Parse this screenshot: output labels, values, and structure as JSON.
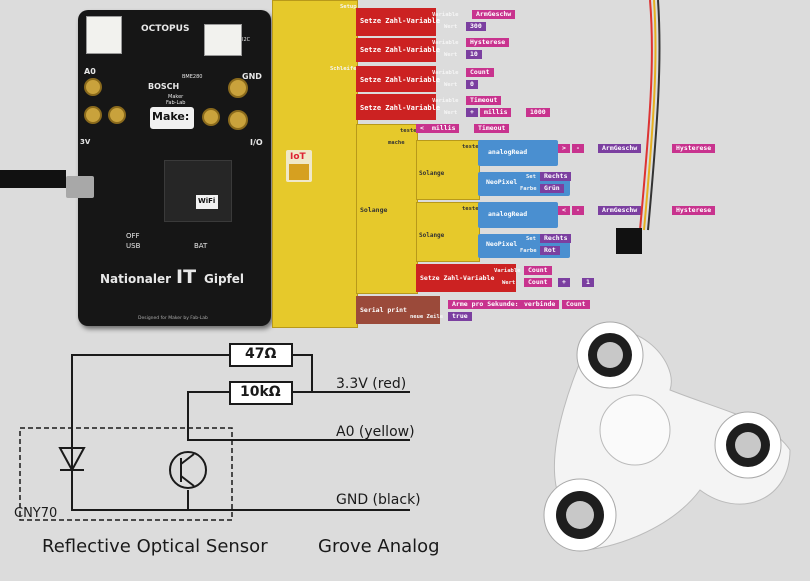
{
  "board": {
    "header": "OCTOPUS",
    "brand": "BOSCH",
    "maker_line1": "Maker",
    "maker_line2": "Fab-Lab",
    "make_logo": "Make:",
    "pin_a0": "A0",
    "pin_gnd": "GND",
    "pin_3v": "3V",
    "pin_io": "I/O",
    "pins_right": "I2C",
    "chip_label": "BME280",
    "pwr_off": "OFF",
    "pwr_usb": "USB",
    "pwr_bat": "BAT",
    "wifi_label": "WiFi",
    "title_prefix": "Nationaler",
    "title_it": "IT",
    "title_suffix": "Gipfel",
    "footer": "Designed for Maker by Fab-Lab"
  },
  "blocks": {
    "setup_label": "Setup",
    "schleife_label": "Schleife",
    "iot_label": "IoT",
    "set_var": "Setze Zahl-Variable",
    "variable_lbl": "Variable",
    "wert_lbl": "Wert",
    "var_armgeschw": "ArmGeschw",
    "val_300": "300",
    "var_hysterese": "Hysterese",
    "val_10": "10",
    "var_count": "Count",
    "val_0": "0",
    "var_timeout": "Timeout",
    "millis": "millis",
    "plus": "+",
    "val_1000": "1000",
    "solange": "Solange",
    "solange_inner": "Solange",
    "teste": "teste",
    "mache": "mache",
    "minus": "-",
    "gt": ">",
    "lt": "<",
    "analog_read": "analogRead",
    "neopixel": "NeoPixel",
    "setze": "Set",
    "farbe": "Farbe",
    "rechts": "Rechts",
    "gruen": "Grün",
    "rot": "Rot",
    "val_1": "1",
    "serial_print": "Serial print",
    "neue_zeile": "neue Zeile",
    "arme_text": "Arme pro Sekunde:",
    "verbinde": "verbinde",
    "true_val": "true"
  },
  "circuit": {
    "r1": "47Ω",
    "r2": "10kΩ",
    "wire_3v3": "3.3V (red)",
    "wire_a0": "A0 (yellow)",
    "wire_gnd": "GND (black)",
    "sensor_name": "CNY70",
    "caption_left": "Reflective Optical Sensor",
    "caption_right": "Grove Analog"
  },
  "colors": {
    "background": "#dcdcdc",
    "board": "#161616",
    "block_yellow": "#e6c92b",
    "block_mustard": "#d4a934",
    "block_red": "#cc2222",
    "block_magenta": "#c8338e",
    "block_blue": "#4a8fd0",
    "block_purple": "#7b3fa0",
    "block_brown": "#9b4a3a",
    "circuit_ink": "#1a1a1a"
  }
}
